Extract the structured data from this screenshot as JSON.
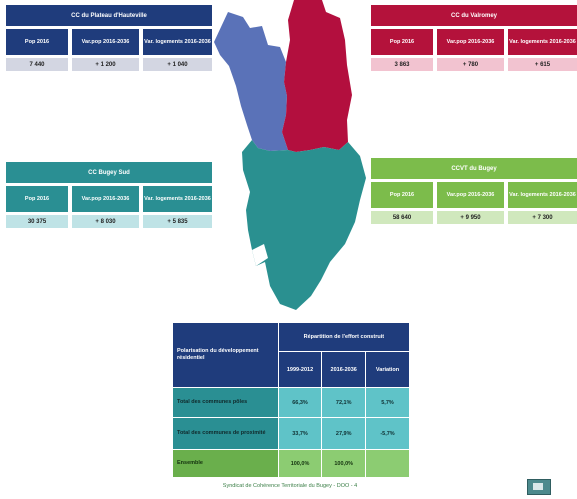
{
  "boxes": {
    "nw": {
      "title": "CC du Plateau d'Hauteville",
      "headers": [
        "Pop 2016",
        "Var.pop 2016-2036",
        "Var. logements 2016-2036"
      ],
      "values": [
        "7 440",
        "+ 1 200",
        "+ 1 040"
      ]
    },
    "ne": {
      "title": "CC du Valromey",
      "headers": [
        "Pop 2016",
        "Var.pop 2016-2036",
        "Var. logements 2016-2036"
      ],
      "values": [
        "3 863",
        "+ 780",
        "+ 615"
      ]
    },
    "sw": {
      "title": "CC Bugey Sud",
      "headers": [
        "Pop 2016",
        "Var.pop 2016-2036",
        "Var. logements 2016-2036"
      ],
      "values": [
        "30 375",
        "+ 8 030",
        "+ 5 835"
      ]
    },
    "se": {
      "title": "CCVT du Bugey",
      "headers": [
        "Pop 2016",
        "Var.pop 2016-2036",
        "Var. logements 2016-2036"
      ],
      "values": [
        "58 640",
        "+ 9 950",
        "+ 7 300"
      ]
    }
  },
  "table": {
    "corner": "Polarisation du développement résidentiel",
    "group_header": "Répartition de l'effort construit",
    "col_headers": [
      "1999-2012",
      "2016-2036",
      "Variation"
    ],
    "rows": [
      {
        "label": "Total des communes pôles",
        "values": [
          "66,3%",
          "72,1%",
          "5,7%"
        ]
      },
      {
        "label": "Total des communes de proximité",
        "values": [
          "33,7%",
          "27,9%",
          "-5,7%"
        ]
      },
      {
        "label": "Ensemble",
        "values": [
          "100,0%",
          "100,0%",
          ""
        ]
      }
    ]
  },
  "footer": "Syndicat de Cohérence Territoriale du Bugey - DOO - 4",
  "colors": {
    "blue_region": "#5a72b8",
    "red_region": "#b30f3e",
    "teal_region": "#2a9090"
  }
}
